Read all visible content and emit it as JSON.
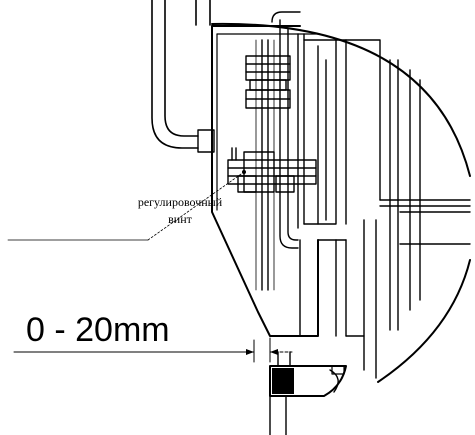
{
  "callout": {
    "screw_line1": "регулировочный",
    "screw_line2": "винт"
  },
  "dimension": {
    "gap_text": "0 - 20mm"
  }
}
